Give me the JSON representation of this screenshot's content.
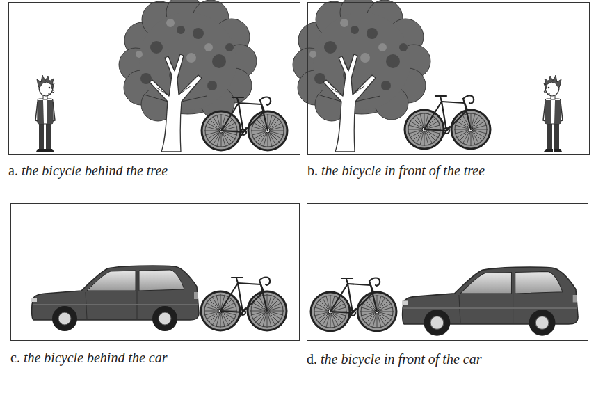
{
  "diagram": {
    "nodes": [
      {
        "text": [
          "a.",
          "the bicycle behind the tree"
        ]
      },
      {
        "text": [
          "b.",
          "the bicycle in front of the tree"
        ]
      },
      {
        "text": [
          "c.",
          "the bicycle behind the car"
        ]
      },
      {
        "text": [
          "d.",
          "the bicycle in front of the car"
        ]
      }
    ]
  }
}
